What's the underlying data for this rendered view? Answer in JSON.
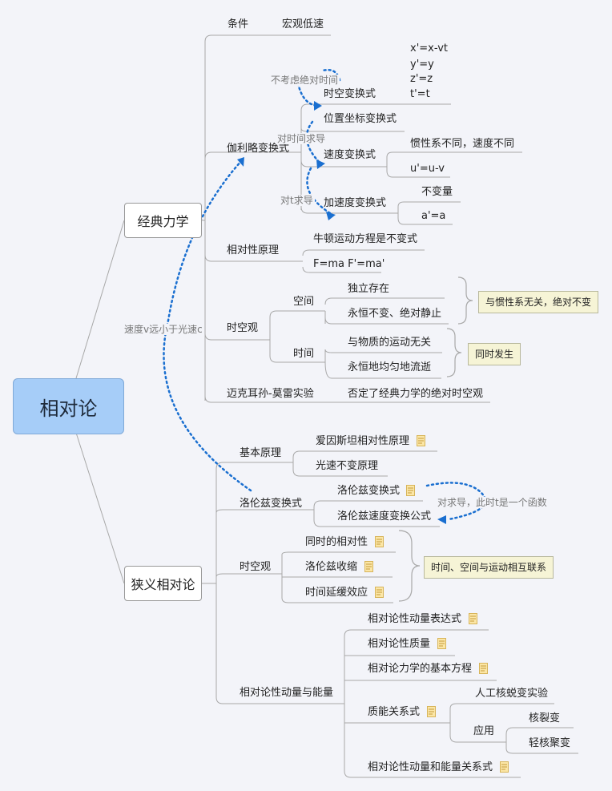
{
  "root": "相对论",
  "classical": {
    "label": "经典力学",
    "condition": {
      "label": "条件",
      "value": "宏观低速"
    },
    "galilean": {
      "label": "伽利略变换式",
      "formulas": [
        "x'=x-vt",
        "y'=y",
        "z'=z",
        "t'=t"
      ],
      "spacetime": "时空变换式",
      "position": "位置坐标变换式",
      "velocity": {
        "label": "速度变换式",
        "a": "惯性系不同，速度不同",
        "b": "u'=u-v"
      },
      "acceleration": {
        "label": "加速度变换式",
        "a": "不变量",
        "b": "a'=a"
      }
    },
    "relativity": {
      "label": "相对性原理",
      "a": "牛顿运动方程是不变式",
      "b": "F=ma F'=ma'"
    },
    "spacetime_view": {
      "label": "时空观",
      "space": {
        "label": "空间",
        "a": "独立存在",
        "b": "永恒不变、绝对静止",
        "callout": "与惯性系无关，绝对不变"
      },
      "time": {
        "label": "时间",
        "a": "与物质的运动无关",
        "b": "永恒地均匀地流逝",
        "callout": "同时发生"
      }
    },
    "michelson": {
      "label": "迈克耳孙-莫雷实验",
      "value": "否定了经典力学的绝对时空观"
    }
  },
  "special": {
    "label": "狭义相对论",
    "basic": {
      "label": "基本原理",
      "a": "爱因斯坦相对性原理",
      "b": "光速不变原理"
    },
    "lorentz": {
      "label": "洛伦兹变换式",
      "a": "洛伦兹变换式",
      "b": "洛伦兹速度变换公式"
    },
    "spacetime_view": {
      "label": "时空观",
      "a": "同时的相对性",
      "b": "洛伦兹收缩",
      "c": "时间延缓效应",
      "callout": "时间、空间与运动相互联系"
    },
    "momentum": {
      "label": "相对论性动量与能量",
      "a": "相对论性动量表达式",
      "b": "相对论性质量",
      "c": "相对论力学的基本方程",
      "mass_energy": {
        "label": "质能关系式",
        "exp": "人工核蜕变实验",
        "app": "应用",
        "fission": "核裂变",
        "fusion": "轻核聚变"
      },
      "d": "相对论性动量和能量关系式"
    }
  },
  "relationships": {
    "no_absolute_time": "不考虑绝对时间",
    "derive_time": "对时间求导",
    "derive_t": "对t求导",
    "low_speed": "速度v远小于光速c",
    "lorentz_derive": "对求导，此时t是一个函数"
  },
  "colors": {
    "root_fill": "#a6cdf8",
    "relationship": "#1a6fd0",
    "callout_fill": "#f6f4d6",
    "line": "#a8a8a8"
  }
}
